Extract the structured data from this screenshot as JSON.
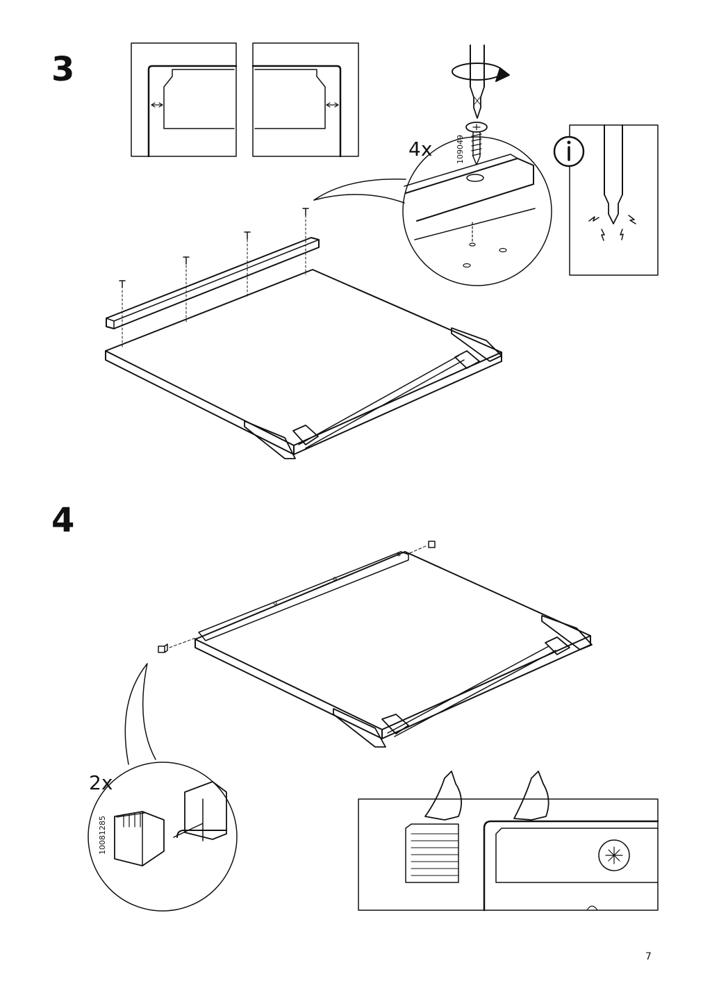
{
  "page": {
    "number": "7"
  },
  "step3": {
    "number": "3",
    "quantity": "4x",
    "part_id": "109049",
    "info_icon": "info-icon"
  },
  "step4": {
    "number": "4",
    "quantity": "2x",
    "part_id": "10081285"
  }
}
